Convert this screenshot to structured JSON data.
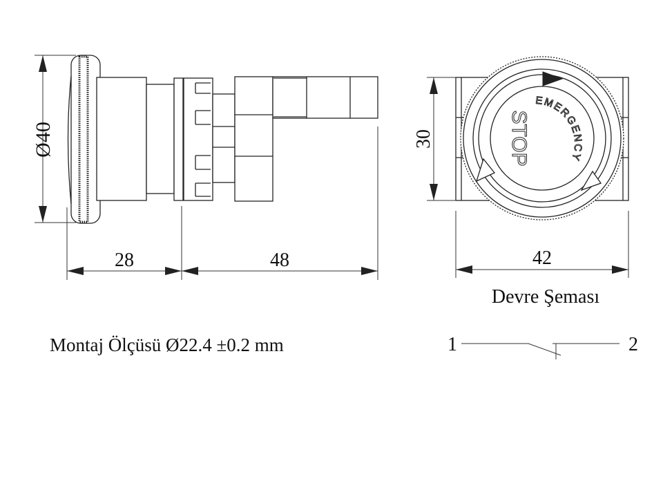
{
  "dimensions": {
    "diameter": "Ø40",
    "length_front": "28",
    "length_rear": "48",
    "height": "30",
    "width": "42"
  },
  "button_face": {
    "label_top": "EMERGENCY",
    "label_main": "STOP"
  },
  "circuit": {
    "title": "Devre Şeması",
    "terminal_1": "1",
    "terminal_2": "2"
  },
  "mounting_note": "Montaj Ölçüsü Ø22.4 ±0.2 mm"
}
